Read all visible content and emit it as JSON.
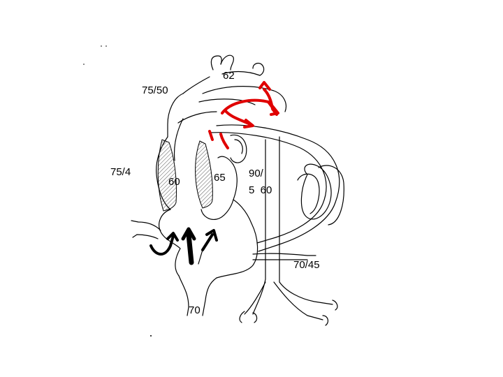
{
  "labels": {
    "l62": "62",
    "l75_50": "75/50",
    "l75_4": "75/4",
    "l60": "60",
    "l65": "65",
    "l90": "90/",
    "l5_60": "5  60",
    "l70_45": "70/45",
    "l70": "70"
  },
  "colors": {
    "line": "#000000",
    "flow_red": "#e00000",
    "flow_black": "#000000",
    "hatch": "#555555"
  }
}
